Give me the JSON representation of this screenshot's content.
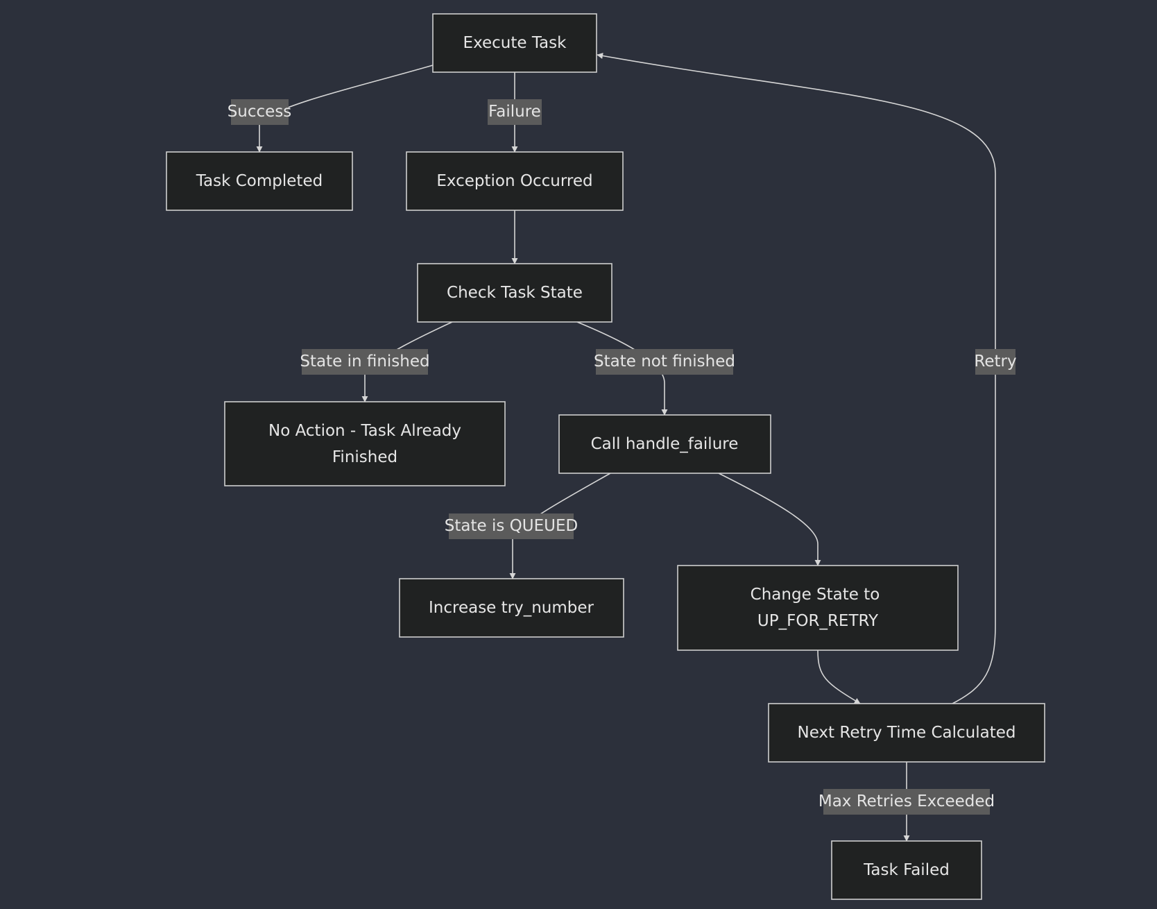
{
  "diagram": {
    "type": "flowchart",
    "colors": {
      "background": "#2c303b",
      "node_fill": "#202222",
      "node_border": "#cfcfcf",
      "edge": "#d6d6d6",
      "label_bg": "#5b5b5b",
      "text": "#e6e6e6"
    },
    "nodes": {
      "execute": "Execute Task",
      "completed": "Task Completed",
      "exception": "Exception Occurred",
      "check_state": "Check Task State",
      "no_action_line1": "No Action - Task Already",
      "no_action_line2": "Finished",
      "handle_failure": "Call handle_failure",
      "increase_try": "Increase try_number",
      "change_state_line1": "Change State to",
      "change_state_line2": "UP_FOR_RETRY",
      "next_retry": "Next Retry Time Calculated",
      "failed": "Task Failed"
    },
    "edge_labels": {
      "success": "Success",
      "failure": "Failure",
      "state_in_finished": "State in finished",
      "state_not_finished": "State not finished",
      "state_is_queued": "State is QUEUED",
      "retry": "Retry",
      "max_retries": "Max Retries Exceeded"
    }
  }
}
